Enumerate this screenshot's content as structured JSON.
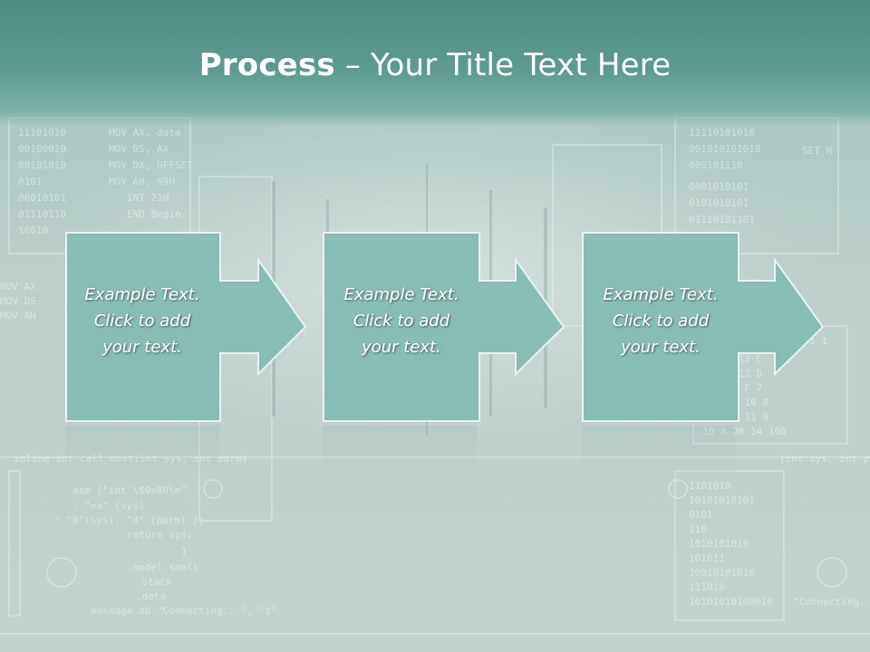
{
  "slide": {
    "title_bold": "Process",
    "title_rest": " – Your Title Text Here"
  },
  "steps": [
    {
      "line1": "Example Text.",
      "line2": "Click  to add",
      "line3": "your text."
    },
    {
      "line1": "Example Text.",
      "line2": "Click  to add",
      "line3": "your text."
    },
    {
      "line1": "Example Text.",
      "line2": "Click  to add",
      "line3": "your text."
    }
  ],
  "colors": {
    "title_band": "#5d9a90",
    "box_fill": "#88bdb5",
    "box_border": "#e8f3f1",
    "text": "#ffffff"
  }
}
